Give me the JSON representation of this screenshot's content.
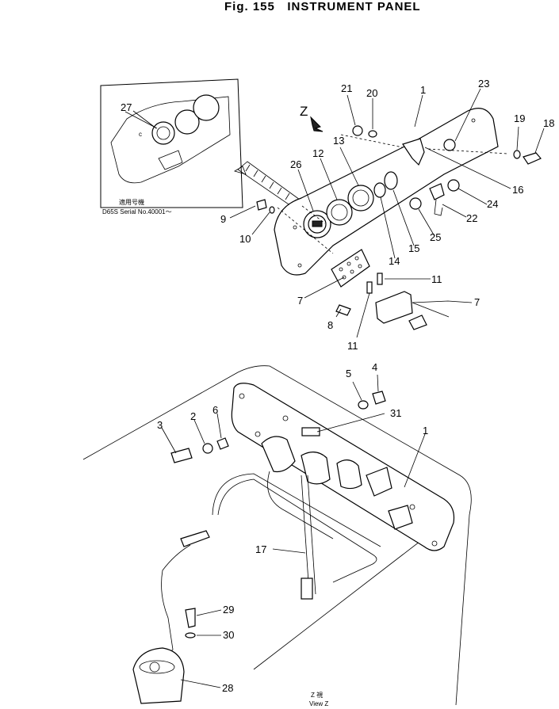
{
  "figure": {
    "number": "Fig. 155",
    "title": "INSTRUMENT PANEL"
  },
  "inset": {
    "note_jp": "適用号機",
    "note_serial": "D65S Serial No.40001～"
  },
  "view_label": {
    "jp": "Z 視",
    "en": "View Z"
  },
  "z_marker": "Z",
  "callouts": {
    "c1a": "1",
    "c1b": "1",
    "c2": "2",
    "c3": "3",
    "c4": "4",
    "c5": "5",
    "c6": "6",
    "c7a": "7",
    "c7b": "7",
    "c8": "8",
    "c9": "9",
    "c10": "10",
    "c11a": "11",
    "c11b": "11",
    "c12": "12",
    "c13": "13",
    "c14": "14",
    "c15": "15",
    "c16": "16",
    "c17": "17",
    "c18": "18",
    "c19": "19",
    "c20": "20",
    "c21": "21",
    "c22": "22",
    "c23": "23",
    "c24": "24",
    "c25": "25",
    "c26": "26",
    "c27": "27",
    "c28": "28",
    "c29": "29",
    "c30": "30",
    "c31": "31"
  }
}
